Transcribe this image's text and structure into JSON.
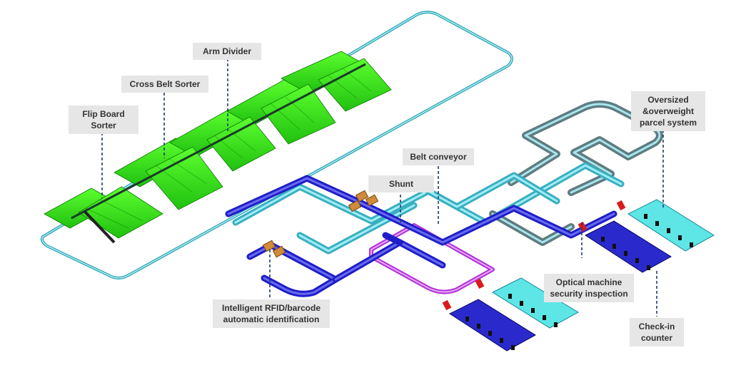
{
  "labels": {
    "flip_board_sorter": "Flip Board\nSorter",
    "cross_belt_sorter": "Cross Belt Sorter",
    "arm_divider": "Arm Divider",
    "belt_conveyor": "Belt conveyor",
    "shunt": "Shunt",
    "oversized_parcel": "Oversized\n&overweight\nparcel system",
    "optical_security": "Optical machine\nsecurity inspection",
    "rfid_identification": "Intelligent RFID/barcode\nautomatic identification",
    "checkin_counter": "Check-in\ncounter"
  },
  "colors": {
    "sorter_green": "#3ee81a",
    "loop_cyan": "#35b8c8",
    "conveyor_blue": "#2a2ad8",
    "conveyor_cyan": "#5fd8e8",
    "shunt_magenta": "#c040e0",
    "oversize_gray": "#6f8c90",
    "label_bg": "#e6e6e6",
    "leader_navy": "#1f3a6e"
  }
}
